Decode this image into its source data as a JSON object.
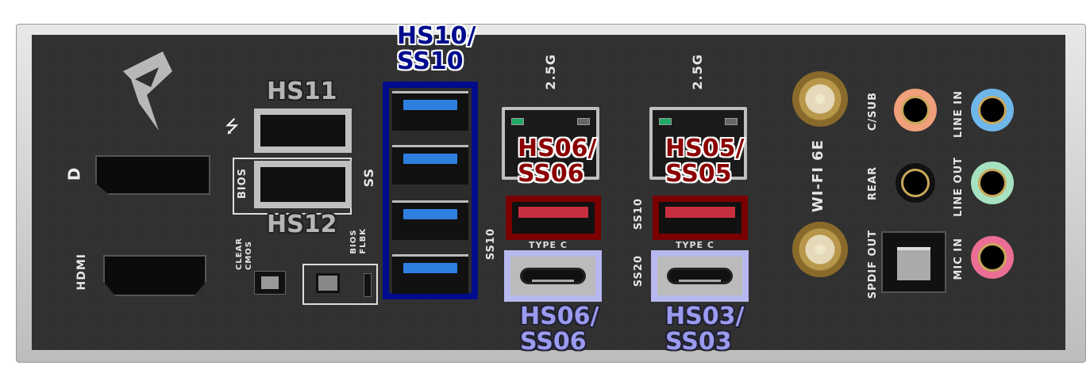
{
  "annotations": {
    "hs11": "HS11",
    "hs12": "HS12",
    "hs10_ss10": "HS10/\nSS10",
    "lan1_top": "HS06/\nSS06",
    "lan2_top": "HS05/\nSS05",
    "typec1_bottom": "HS06/\nSS06",
    "typec2_bottom": "HS03/\nSS03"
  },
  "panel_text": {
    "hdmi": "HDMI",
    "bios": "BIOS",
    "clear_cmos": "CLEAR\nCMOS",
    "bios_flbk": "BIOS\nFLBK",
    "lan_speed": "2.5G",
    "type_c": "TYPE C",
    "wifi": "WI-FI 6E",
    "c_sub": "C/SUB",
    "rear": "REAR",
    "spdif_out": "SPDIF OUT",
    "line_in": "LINE IN",
    "line_out": "LINE OUT",
    "mic_in": "MIC IN",
    "ss10": "SS10",
    "ss20": "SS20",
    "ss": "SS"
  },
  "colors": {
    "usb2_box": "#c0c0c0",
    "usb3_box": "#000c8c",
    "typeA_box": "#7a0000",
    "typeC_box": "#b8b8f0",
    "label_red": "#8b0000",
    "label_lav": "#9a9af0"
  }
}
